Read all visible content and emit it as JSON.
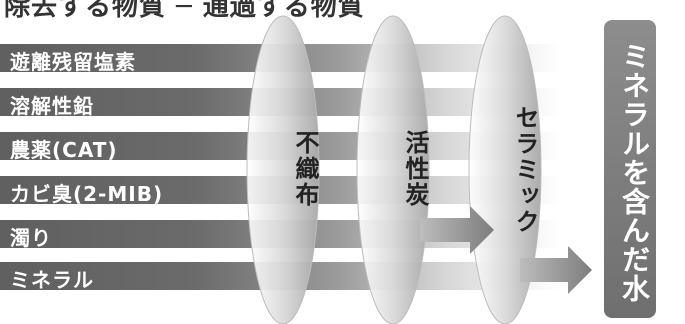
{
  "header": {
    "text": "除去する物質 ─ 通過する物質"
  },
  "contaminants": [
    "遊離残留塩素",
    "溶解性鉛",
    "農薬(CAT)",
    "カビ臭(2-MIB)",
    "濁り",
    "ミネラル"
  ],
  "filters": [
    "不織布",
    "活性炭",
    "セラミック"
  ],
  "result": {
    "label": "ミネラルを含んだ水"
  },
  "colors": {
    "bar": "#6b6b6b",
    "filter_ring": "#d9d9d9",
    "result_box": "#7a7a7a",
    "arrow": "#8a8a8a"
  }
}
